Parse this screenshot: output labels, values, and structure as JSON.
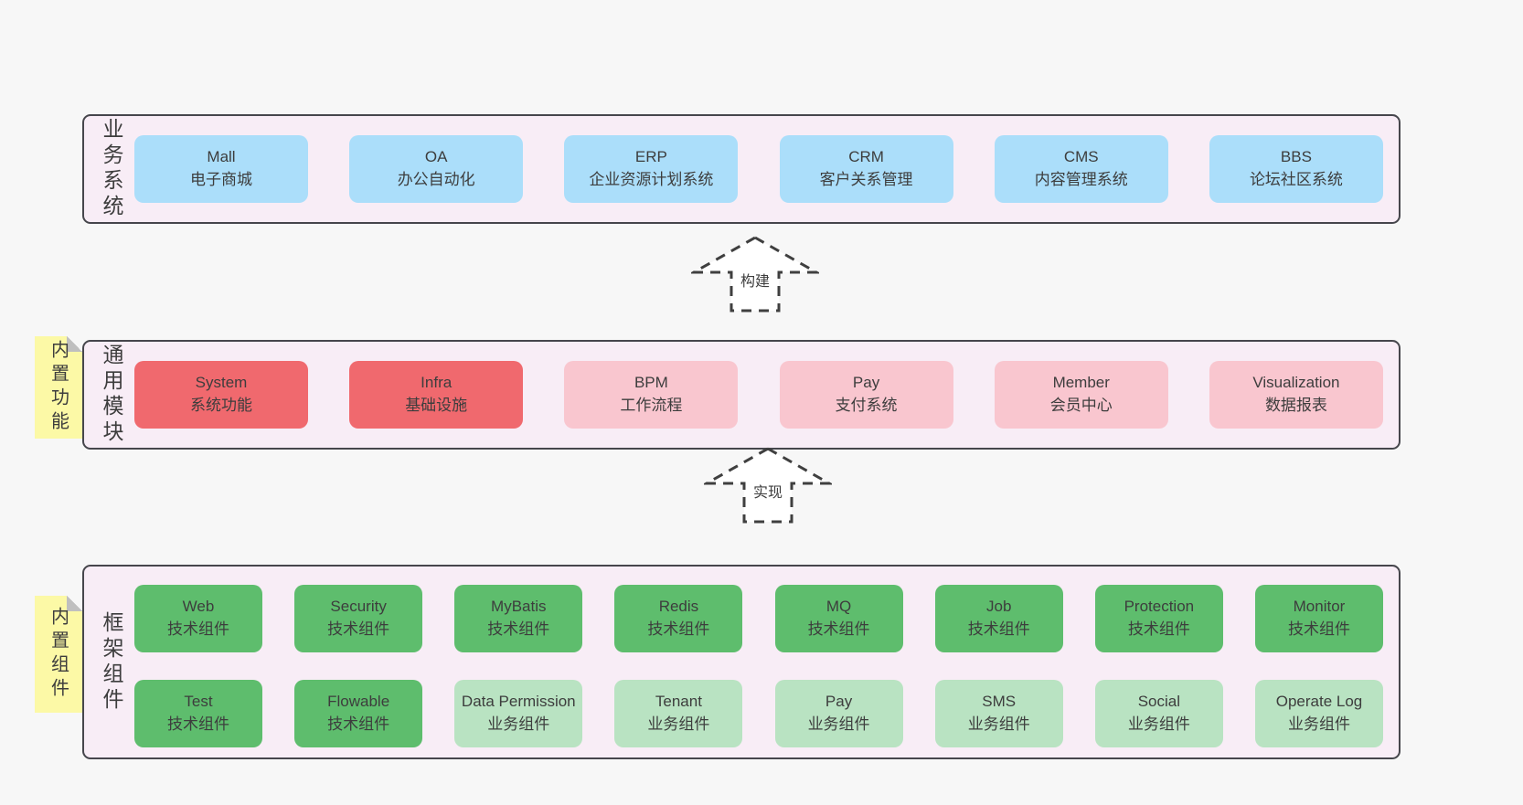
{
  "colors": {
    "page_background": "#f7f7f7",
    "band_background": "#f8edf6",
    "band_border": "#46464c",
    "box_blue": "#abdefa",
    "box_red": "#f0696e",
    "box_pink": "#f9c6cf",
    "box_green": "#5ebd6d",
    "box_green_light": "#b9e3c2",
    "sticky_yellow": "#fcf9a6",
    "text": "#3d3d3d"
  },
  "arrows": [
    {
      "label": "构建"
    },
    {
      "label": "实现"
    }
  ],
  "bands": [
    {
      "label": "业务系统",
      "boxes": [
        {
          "title": "Mall",
          "subtitle": "电子商城"
        },
        {
          "title": "OA",
          "subtitle": "办公自动化"
        },
        {
          "title": "ERP",
          "subtitle": "企业资源计划系统"
        },
        {
          "title": "CRM",
          "subtitle": "客户关系管理"
        },
        {
          "title": "CMS",
          "subtitle": "内容管理系统"
        },
        {
          "title": "BBS",
          "subtitle": "论坛社区系统"
        }
      ]
    },
    {
      "label": "通用模块",
      "sticky": "内置功能",
      "boxes": [
        {
          "title": "System",
          "subtitle": "系统功能"
        },
        {
          "title": "Infra",
          "subtitle": "基础设施"
        },
        {
          "title": "BPM",
          "subtitle": "工作流程"
        },
        {
          "title": "Pay",
          "subtitle": "支付系统"
        },
        {
          "title": "Member",
          "subtitle": "会员中心"
        },
        {
          "title": "Visualization",
          "subtitle": "数据报表"
        }
      ]
    },
    {
      "label": "框架组件",
      "sticky": "内置组件",
      "rows": [
        [
          {
            "title": "Web",
            "subtitle": "技术组件"
          },
          {
            "title": "Security",
            "subtitle": "技术组件"
          },
          {
            "title": "MyBatis",
            "subtitle": "技术组件"
          },
          {
            "title": "Redis",
            "subtitle": "技术组件"
          },
          {
            "title": "MQ",
            "subtitle": "技术组件"
          },
          {
            "title": "Job",
            "subtitle": "技术组件"
          },
          {
            "title": "Protection",
            "subtitle": "技术组件"
          },
          {
            "title": "Monitor",
            "subtitle": "技术组件"
          }
        ],
        [
          {
            "title": "Test",
            "subtitle": "技术组件"
          },
          {
            "title": "Flowable",
            "subtitle": "技术组件"
          },
          {
            "title": "Data Permission",
            "subtitle": "业务组件"
          },
          {
            "title": "Tenant",
            "subtitle": "业务组件"
          },
          {
            "title": "Pay",
            "subtitle": "业务组件"
          },
          {
            "title": "SMS",
            "subtitle": "业务组件"
          },
          {
            "title": "Social",
            "subtitle": "业务组件"
          },
          {
            "title": "Operate Log",
            "subtitle": "业务组件"
          }
        ]
      ]
    }
  ]
}
